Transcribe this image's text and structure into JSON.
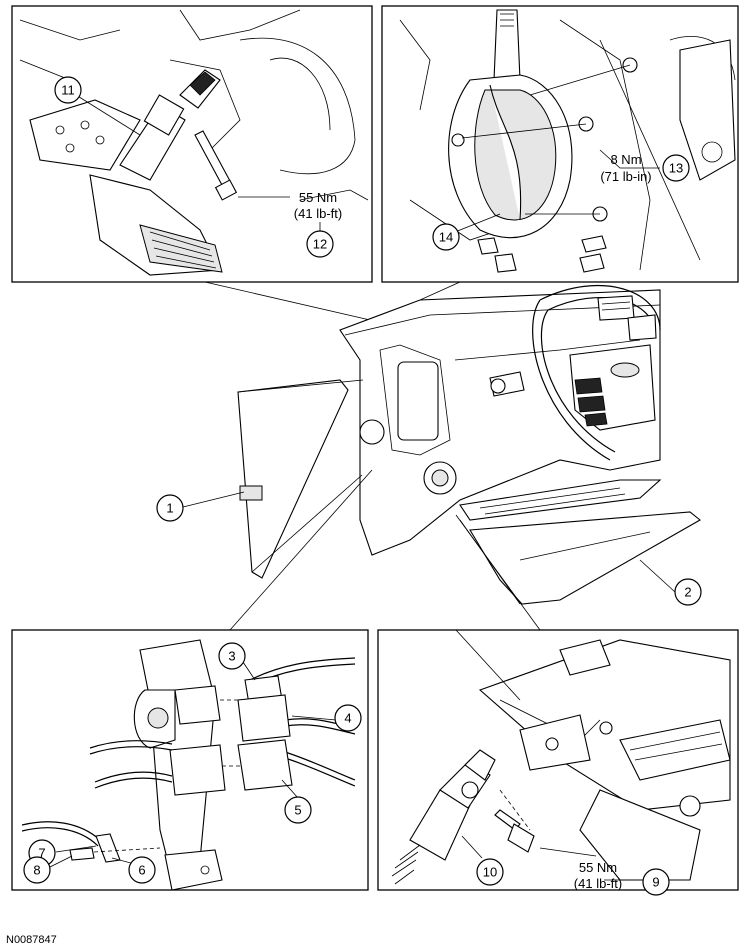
{
  "figure_id": "N0087847",
  "callouts": [
    "1",
    "2",
    "3",
    "4",
    "5",
    "6",
    "7",
    "8",
    "9",
    "10",
    "11",
    "12",
    "13",
    "14"
  ],
  "torque_specs": {
    "panel_top_left": {
      "line1": "55 Nm",
      "line2": "(41 lb-ft)"
    },
    "panel_top_right": {
      "line1": "8 Nm",
      "line2": "(71 lb-in)"
    },
    "panel_bottom_right": {
      "line1": "55 Nm",
      "line2": "(41 lb-ft)"
    }
  }
}
